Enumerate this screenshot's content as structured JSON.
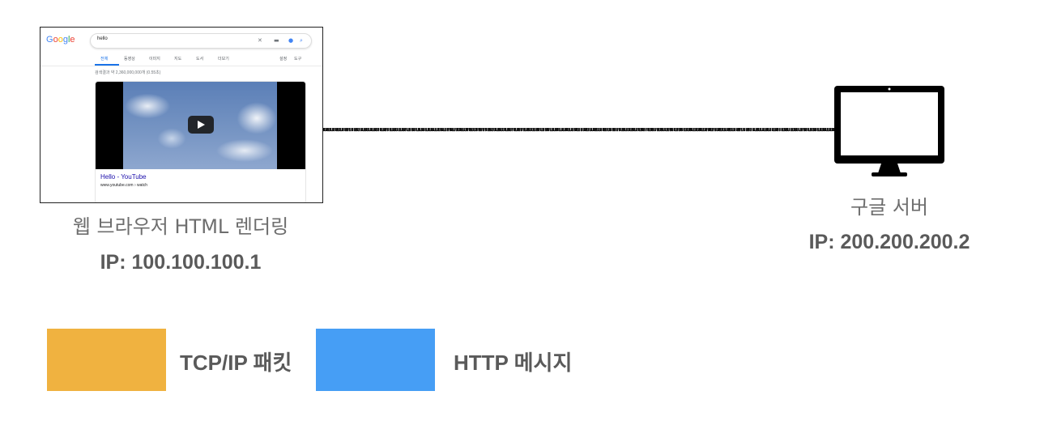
{
  "client": {
    "caption": "웹 브라우저 HTML 렌더링",
    "ip": "IP: 100.100.100.1",
    "screenshot": {
      "logo_letters": [
        "G",
        "o",
        "o",
        "g",
        "l",
        "e"
      ],
      "search_query": "hello",
      "tabs": [
        "전체",
        "동영상",
        "이미지",
        "지도",
        "도서",
        "더보기"
      ],
      "tools": [
        "설정",
        "도구"
      ],
      "stats": "검색결과 약 2,360,000,000개 (0.55초)",
      "result_title": "Hello - YouTube",
      "result_url": "www.youtube.com › watch"
    }
  },
  "server": {
    "caption": "구글 서버",
    "ip": "IP: 200.200.200.2"
  },
  "legend": {
    "tcp_label": "TCP/IP 패킷",
    "http_label": "HTTP 메시지",
    "tcp_color": "#f0b240",
    "http_color": "#469ef5"
  },
  "icons": [
    "monitor-icon",
    "play-icon",
    "search-icon",
    "microphone-icon",
    "keyboard-icon",
    "close-icon"
  ]
}
